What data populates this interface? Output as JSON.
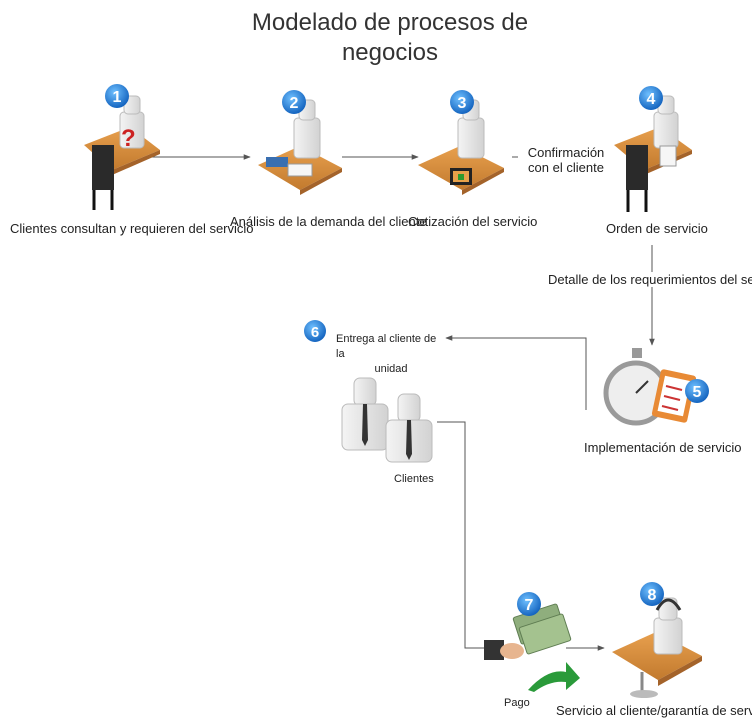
{
  "title_line1": "Modelado de procesos de",
  "title_line2": "negocios",
  "steps": [
    {
      "number": "1",
      "label": "Clientes consultan y requieren del servicio"
    },
    {
      "number": "2",
      "label": "Análisis de la demanda del cliente"
    },
    {
      "number": "3",
      "label": "Cotización del servicio"
    },
    {
      "number": "4",
      "label": "Orden de servicio"
    },
    {
      "number": "5",
      "label": "Implementación de servicio"
    },
    {
      "number": "6",
      "label_line1": "Entrega al cliente de la",
      "label_line2": "unidad"
    },
    {
      "number": "7",
      "label": "Pago"
    },
    {
      "number": "8",
      "label": "Servicio al cliente/garantía de servicio"
    }
  ],
  "connectors": {
    "confirm_line1": "Confirmación",
    "confirm_line2": "con el cliente",
    "detail": "Detalle de los requerimientos del servicio"
  },
  "clients_label": "Clientes",
  "colors": {
    "badge": "#1e7fd8",
    "desk": "#d9903f",
    "chair": "#222222",
    "line": "#555555"
  }
}
